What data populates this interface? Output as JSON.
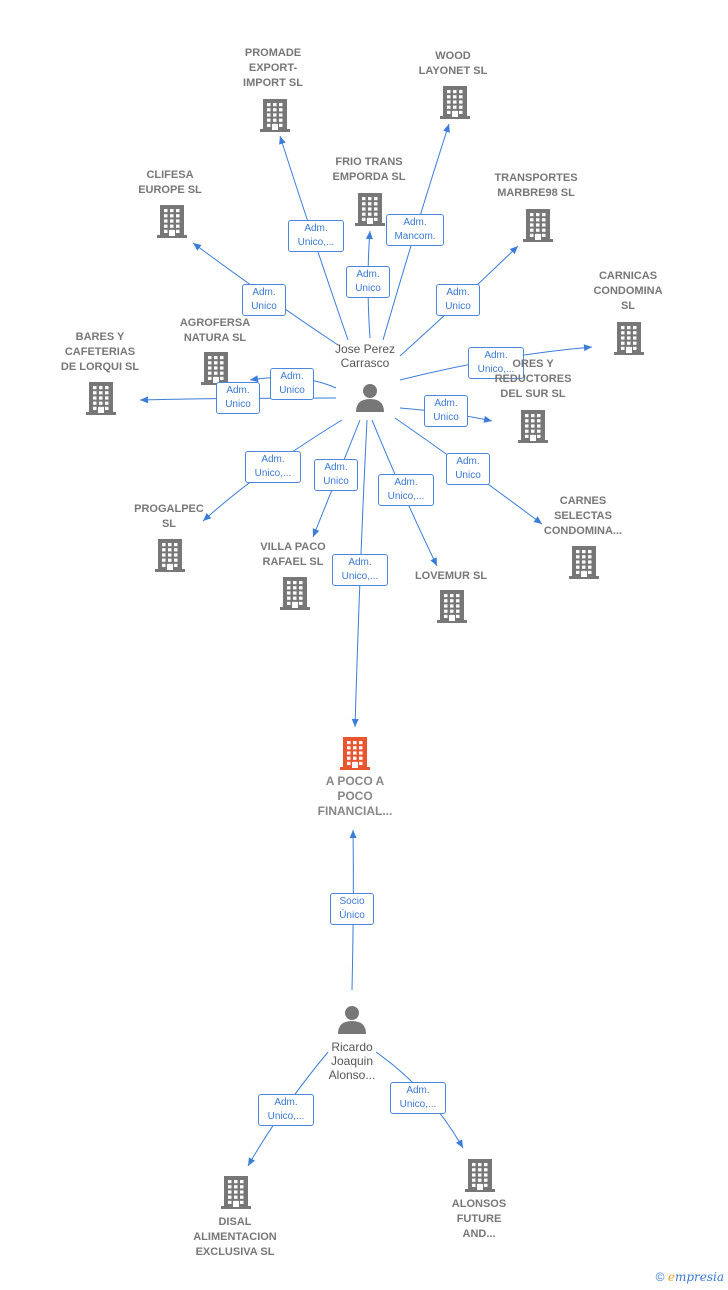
{
  "colors": {
    "edge": "#3b7dd8",
    "building": "#777777",
    "building_focus": "#e8552f",
    "person": "#777777"
  },
  "persons": [
    {
      "id": "jose",
      "label": "Jose Perez\nCarrasco"
    },
    {
      "id": "ricardo",
      "label": "Ricardo\nJoaquin\nAlonso..."
    }
  ],
  "companies": [
    {
      "id": "promade",
      "label": "PROMADE\nEXPORT-\nIMPORT  SL"
    },
    {
      "id": "wood",
      "label": "WOOD\nLAYONET SL"
    },
    {
      "id": "frio",
      "label": "FRIO TRANS\nEMPORDA SL"
    },
    {
      "id": "clifesa",
      "label": "CLIFESA\nEUROPE SL"
    },
    {
      "id": "transportes",
      "label": "TRANSPORTES\nMARBRE98 SL"
    },
    {
      "id": "carnicas",
      "label": "CARNICAS\nCONDOMINA\nSL"
    },
    {
      "id": "agrofersa",
      "label": "AGROFERSA\nNATURA  SL"
    },
    {
      "id": "bares",
      "label": "BARES Y\nCAFETERIAS\nDE LORQUI SL"
    },
    {
      "id": "ores",
      "label": "ORES Y\nREDUCTORES\nDEL SUR  SL"
    },
    {
      "id": "progalpec",
      "label": "PROGALPEC\nSL"
    },
    {
      "id": "villa",
      "label": "VILLA PACO\nRAFAEL SL"
    },
    {
      "id": "lovemur",
      "label": "LOVEMUR SL"
    },
    {
      "id": "carnes",
      "label": "CARNES\nSELECTAS\nCONDOMINA..."
    },
    {
      "id": "apoco",
      "label": "A POCO A\nPOCO\nFINANCIAL...",
      "focus": true
    },
    {
      "id": "disal",
      "label": "DISAL\nALIMENTACION\nEXCLUSIVA  SL"
    },
    {
      "id": "alonsos",
      "label": "ALONSOS\nFUTURE\nAND..."
    }
  ],
  "edges": [
    {
      "from": "jose",
      "to": "promade",
      "label": "Adm.\nUnico,..."
    },
    {
      "from": "jose",
      "to": "wood",
      "label": "Adm.\nMancom."
    },
    {
      "from": "jose",
      "to": "frio",
      "label": "Adm.\nUnico"
    },
    {
      "from": "jose",
      "to": "clifesa",
      "label": "Adm.\nUnico"
    },
    {
      "from": "jose",
      "to": "transportes",
      "label": "Adm.\nUnico"
    },
    {
      "from": "jose",
      "to": "carnicas",
      "label": "Adm.\nUnico,..."
    },
    {
      "from": "jose",
      "to": "agrofersa",
      "label": "Adm.\nUnico"
    },
    {
      "from": "jose",
      "to": "bares",
      "label": "Adm.\nUnico"
    },
    {
      "from": "jose",
      "to": "ores",
      "label": "Adm.\nUnico"
    },
    {
      "from": "jose",
      "to": "progalpec",
      "label": "Adm.\nUnico,..."
    },
    {
      "from": "jose",
      "to": "villa",
      "label": "Adm.\nUnico"
    },
    {
      "from": "jose",
      "to": "lovemur",
      "label": "Adm.\nUnico,..."
    },
    {
      "from": "jose",
      "to": "carnes",
      "label": "Adm.\nUnico"
    },
    {
      "from": "jose",
      "to": "apoco",
      "label": "Adm.\nUnico,..."
    },
    {
      "from": "ricardo",
      "to": "apoco",
      "label": "Socio\nÚnico"
    },
    {
      "from": "ricardo",
      "to": "disal",
      "label": "Adm.\nUnico,..."
    },
    {
      "from": "ricardo",
      "to": "alonsos",
      "label": "Adm.\nUnico,..."
    }
  ],
  "copyright": {
    "symbol": "©",
    "brand_initial": "e",
    "brand_rest": "mpresia"
  }
}
